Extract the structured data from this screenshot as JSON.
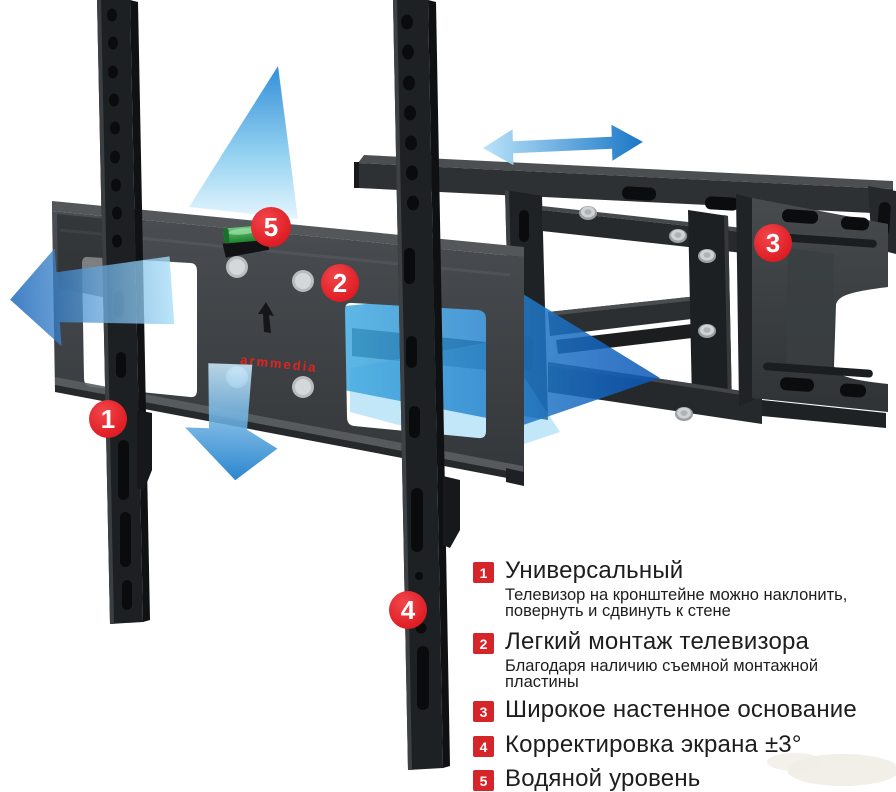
{
  "diagram": {
    "brand_logo": "armmedia",
    "callouts": [
      {
        "label": "1"
      },
      {
        "label": "2"
      },
      {
        "label": "3"
      },
      {
        "label": "4"
      },
      {
        "label": "5"
      }
    ],
    "colors": {
      "callout_red": "#e2181f",
      "legend_red": "#d6242b",
      "arrow_blue_dark": "#0a55b6",
      "arrow_blue_light": "#aadcf6",
      "level_green": "#3da84a",
      "metal_dark": "#232629"
    }
  },
  "legend": {
    "items": [
      {
        "number": "1",
        "title": "Универсальный",
        "description": "Телевизор на кронштейне можно наклонить,\nповернуть и сдвинуть к стене"
      },
      {
        "number": "2",
        "title": "Легкий монтаж телевизора",
        "description": "Благодаря наличию съемной монтажной\nпластины"
      },
      {
        "number": "3",
        "title": "Широкое настенное основание",
        "description": ""
      },
      {
        "number": "4",
        "title": "Корректировка экрана ±3°",
        "description": ""
      },
      {
        "number": "5",
        "title": "Водяной уровень",
        "description": ""
      }
    ]
  }
}
